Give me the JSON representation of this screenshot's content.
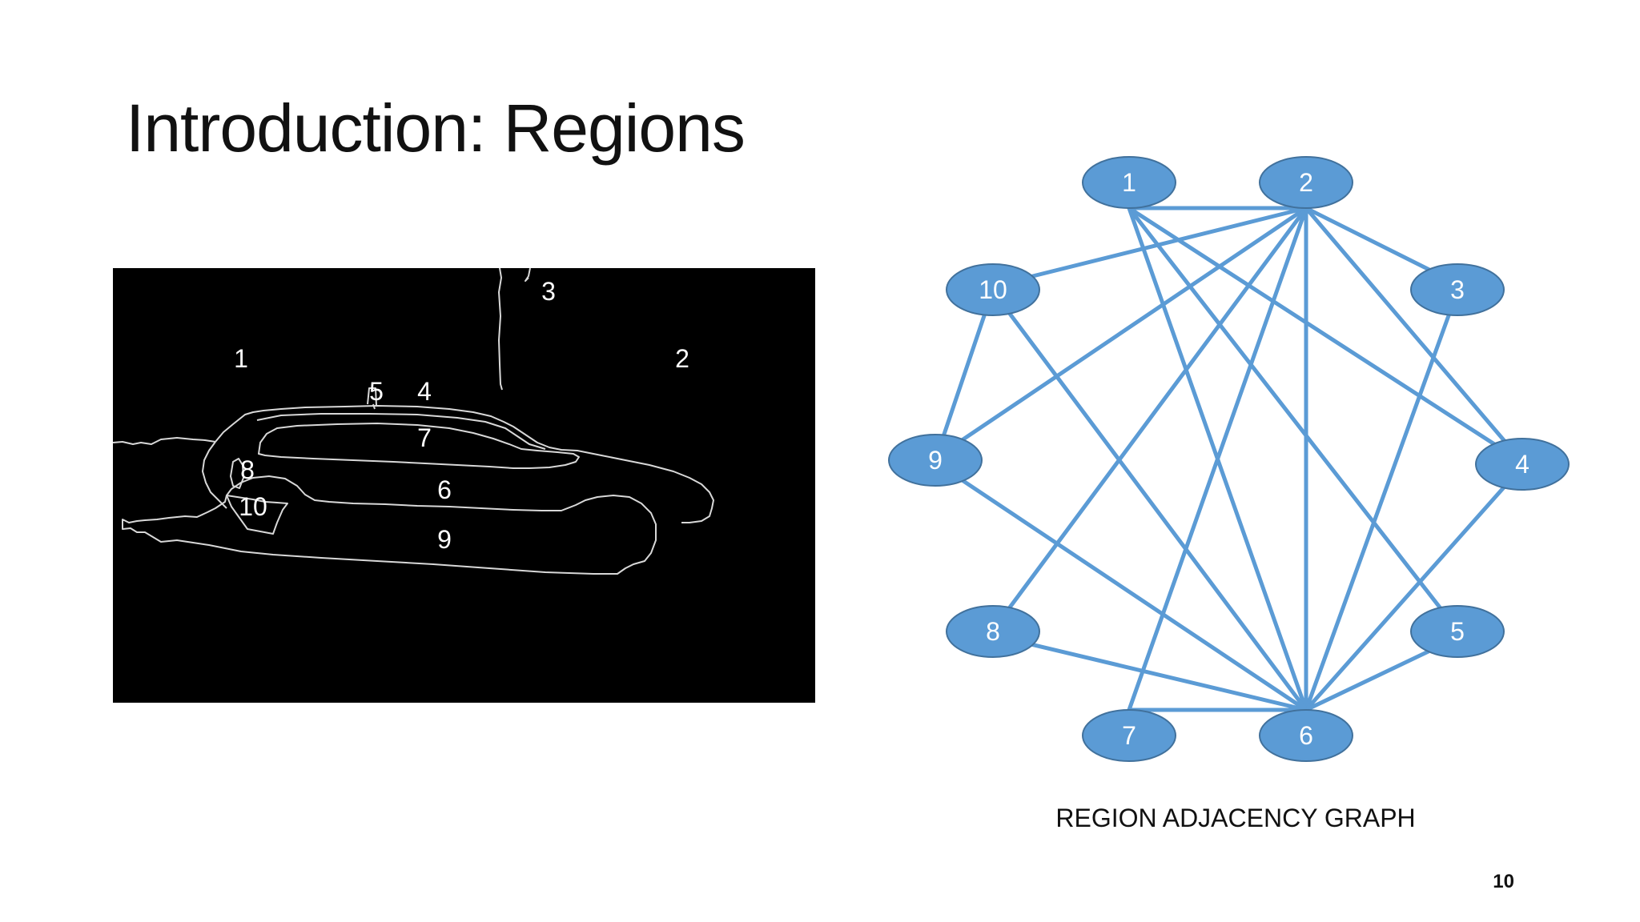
{
  "slide": {
    "title": "Introduction: Regions",
    "page_number": "10"
  },
  "segmentation_image": {
    "background": "#000000",
    "outline_color": "#d8d8d8",
    "region_labels": [
      "1",
      "2",
      "3",
      "4",
      "5",
      "6",
      "7",
      "8",
      "9",
      "10"
    ]
  },
  "graph": {
    "caption": "REGION ADJACENCY GRAPH",
    "node_color": "#5b9bd5",
    "node_stroke": "#41719c",
    "edge_color": "#5b9bd5",
    "nodes": [
      "1",
      "2",
      "3",
      "4",
      "5",
      "6",
      "7",
      "8",
      "9",
      "10"
    ],
    "edges": [
      [
        "1",
        "2"
      ],
      [
        "1",
        "4"
      ],
      [
        "1",
        "5"
      ],
      [
        "1",
        "6"
      ],
      [
        "2",
        "3"
      ],
      [
        "2",
        "4"
      ],
      [
        "2",
        "6"
      ],
      [
        "2",
        "7"
      ],
      [
        "2",
        "8"
      ],
      [
        "2",
        "9"
      ],
      [
        "2",
        "10"
      ],
      [
        "3",
        "6"
      ],
      [
        "4",
        "6"
      ],
      [
        "5",
        "6"
      ],
      [
        "6",
        "7"
      ],
      [
        "6",
        "8"
      ],
      [
        "6",
        "9"
      ],
      [
        "6",
        "10"
      ],
      [
        "9",
        "10"
      ]
    ]
  }
}
